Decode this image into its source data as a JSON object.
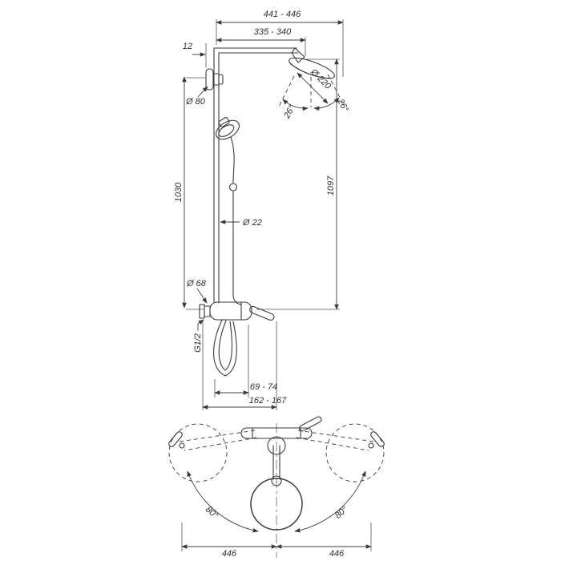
{
  "side_view": {
    "dim_top_width": "441 - 446",
    "dim_arm_length": "335 - 340",
    "dim_wall_offset": "12",
    "dim_bracket_diameter": "Ø 80",
    "dim_head_diameter": "Ø 220",
    "dim_spray_angle_left": "26°",
    "dim_spray_angle_right": "26°",
    "dim_pipe_height": "1030",
    "dim_total_height": "1097",
    "dim_pipe_diameter": "Ø 22",
    "dim_escutcheon_diameter": "Ø 68",
    "dim_thread": "G1/2",
    "dim_mixer_depth": "69 - 74",
    "dim_mixer_offset": "162 - 167"
  },
  "plan_view": {
    "dim_swivel_angle_left": "80°",
    "dim_swivel_angle_right": "80°",
    "dim_reach_left": "446",
    "dim_reach_right": "446"
  },
  "colors": {
    "line": "#3a3a3a",
    "background": "#ffffff"
  }
}
